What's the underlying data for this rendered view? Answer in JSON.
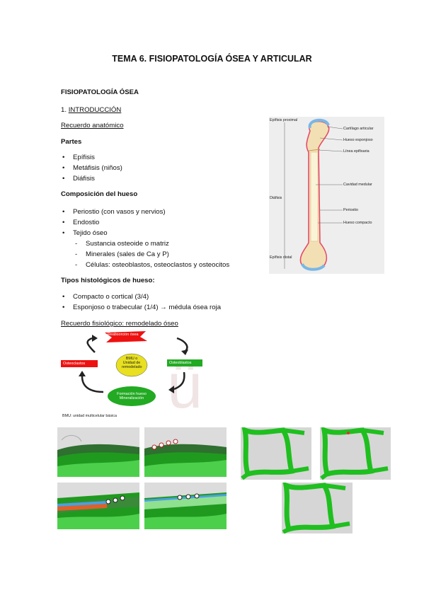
{
  "title": "TEMA 6. FISIOPATOLOGÍA ÓSEA Y ARTICULAR",
  "section": "FISIOPATOLOGÍA ÓSEA",
  "intro": {
    "number": "1.",
    "label": "INTRODUCCIÓN"
  },
  "recuerdo_anatomico": "Recuerdo anatómico",
  "partes": {
    "heading": "Partes",
    "items": [
      "Epífisis",
      "Metáfisis (niños)",
      "Diáfisis"
    ]
  },
  "composicion": {
    "heading": "Composición del hueso",
    "items": [
      "Periostio (con vasos y nervios)",
      "Endostio",
      "Tejido óseo"
    ],
    "subitems": [
      "Sustancia osteoide o matriz",
      "Minerales (sales de Ca y P)",
      "Células: osteoblastos, osteoclastos y osteocitos"
    ]
  },
  "tipos": {
    "heading": "Tipos histológicos de hueso:",
    "items": [
      "Compacto o cortical (3/4)",
      "Esponjoso o trabecular (1/4) → médula ósea roja"
    ]
  },
  "remodelado": "Recuerdo fisiológico: remodelado óseo",
  "bone_figure": {
    "labels": {
      "epifisis_proximal": "Epífisis proximal",
      "diafisis": "Diáfisis",
      "epifisis_distal": "Epífisis distal",
      "cartilago": "Cartílago articular",
      "esponjoso": "Hueso esponjoso",
      "linea": "Línea epifisaria",
      "cavidad": "Cavidad medular",
      "periostio": "Periostio",
      "compacto": "Hueso compacto"
    }
  },
  "cycle_figure": {
    "reabsorcion": "Reabsorción ósea",
    "bmu": "BMU o Unidad de remodelado",
    "osteoclastos": "Osteoclastos",
    "osteoblastos": "Osteoblastos",
    "formacion": "Formación hueso Mineralización",
    "footer": "BMU: unidad multicelular básica"
  },
  "colors": {
    "bone_fill": "#f2e0b4",
    "cartilage": "#79b7e6",
    "periosteum": "#e64a6a",
    "cycle_red": "#ee1111",
    "cycle_green": "#22aa22",
    "bmu_yellow": "#e8e020",
    "trabecula_green": "#1fbf1f"
  }
}
